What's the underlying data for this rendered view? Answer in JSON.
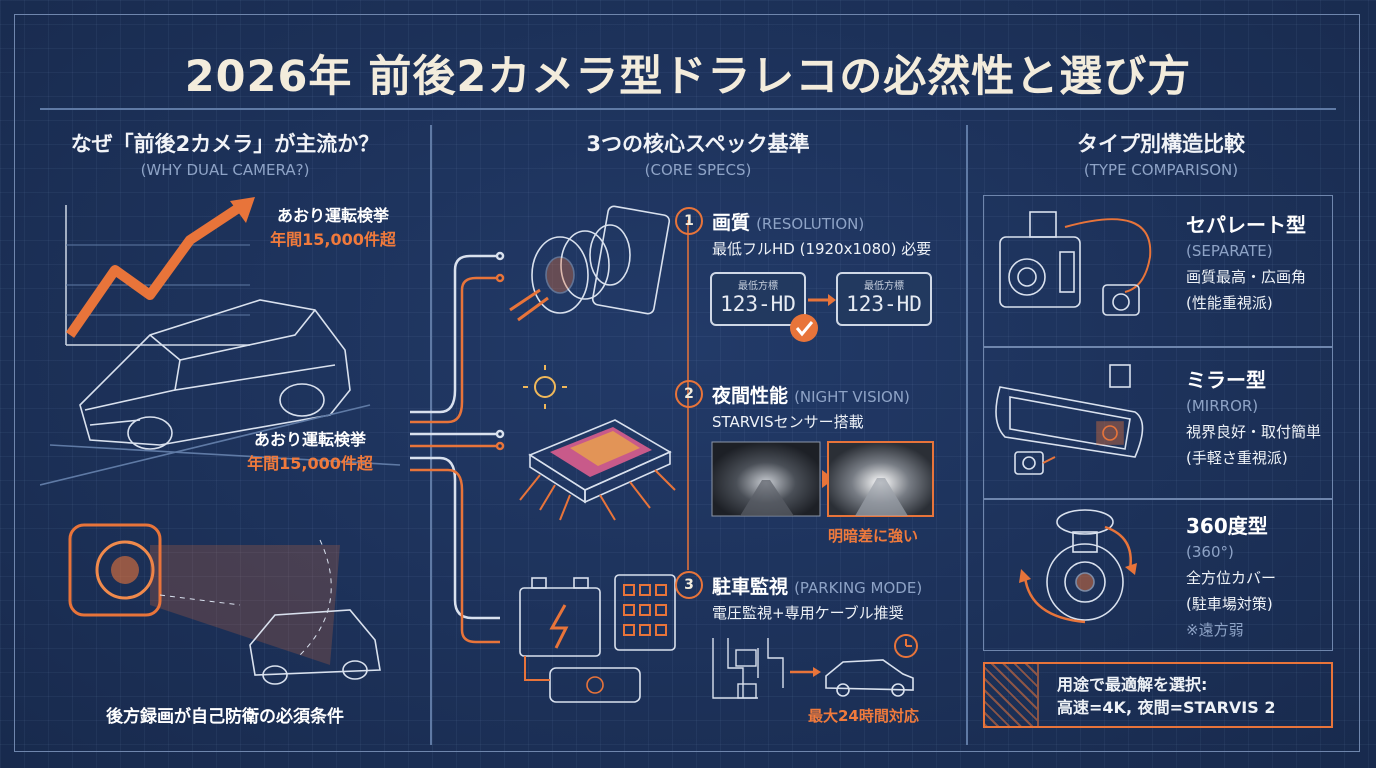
{
  "title": "2026年 前後2カメラ型ドラレコの必然性と選び方",
  "left": {
    "heading": "なぜ「前後2カメラ」が主流か？",
    "subheading": "(WHY DUAL CAMERA?)",
    "stat_top_line1": "あおり運転検挙",
    "stat_top_line2": "年間15,000件超",
    "stat_mid_line1": "あおり運転検挙",
    "stat_mid_line2": "年間15,000件超",
    "caption": "後方録画が自己防衛の必須条件"
  },
  "center": {
    "heading": "3つの核心スペック基準",
    "subheading": "(CORE SPECS)",
    "specs": [
      {
        "num": "1",
        "title": "画質",
        "title_en": "(RESOLUTION)",
        "desc": "最低フルHD (1920x1080) 必要"
      },
      {
        "num": "2",
        "title": "夜間性能",
        "title_en": "(NIGHT VISION)",
        "desc": "STARVISセンサー搭載",
        "note": "明暗差に強い"
      },
      {
        "num": "3",
        "title": "駐車監視",
        "title_en": "(PARKING MODE)",
        "desc": "電圧監視+専用ケーブル推奨",
        "note": "最大24時間対応"
      }
    ],
    "plate_small_label": "最低方標",
    "plate_small_label2": "最低方標",
    "plate_value": "123-HD"
  },
  "right": {
    "heading": "タイプ別構造比較",
    "subheading": "(TYPE COMPARISON)",
    "types": [
      {
        "name": "セパレート型",
        "name_en": "(SEPARATE)",
        "line1": "画質最高・広画角",
        "line2": "(性能重視派)"
      },
      {
        "name": "ミラー型",
        "name_en": "(MIRROR)",
        "line1": "視界良好・取付簡単",
        "line2": "(手軽さ重視派)"
      },
      {
        "name": "360度型",
        "name_en": "(360°)",
        "line1": "全方位カバー",
        "line2": "(駐車場対策)",
        "line3": "※遠方弱"
      }
    ],
    "summary_line1": "用途で最適解を選択:",
    "summary_line2": "高速=4K, 夜間=STARVIS 2"
  },
  "colors": {
    "accent": "#e8743a",
    "background": "#1c3159",
    "line": "#cfd8e6"
  }
}
